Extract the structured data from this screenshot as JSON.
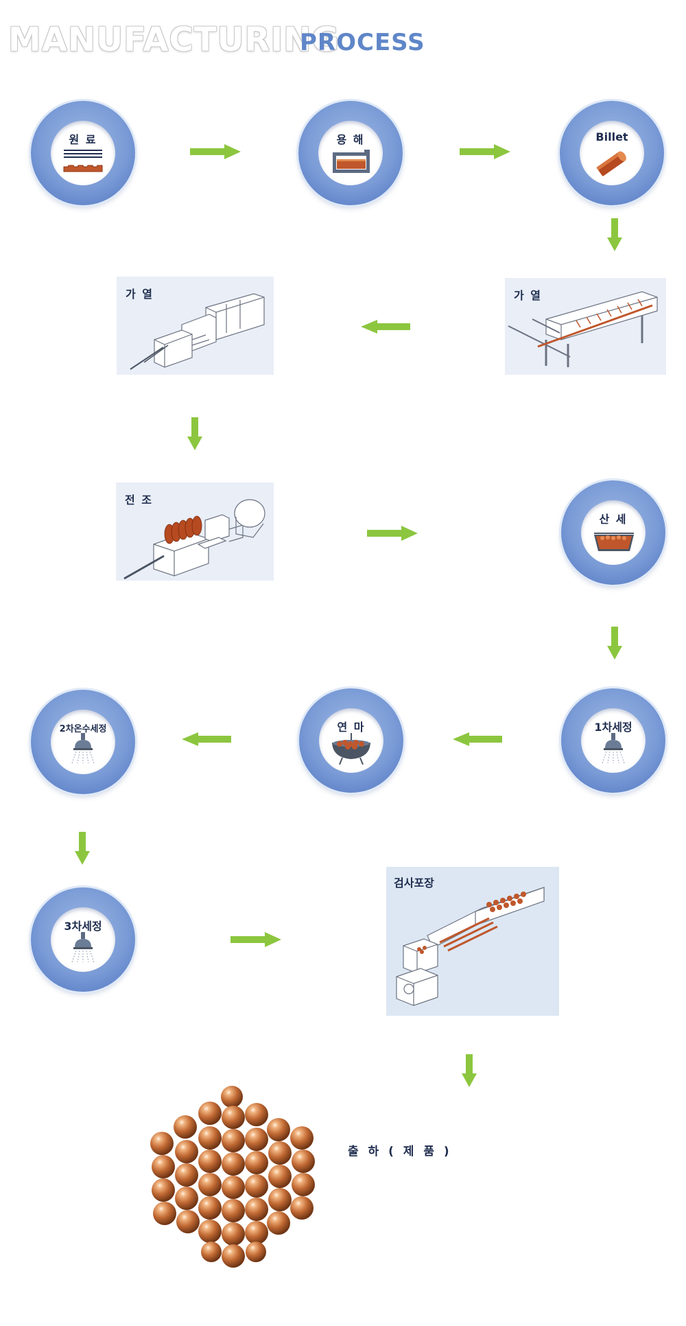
{
  "header": {
    "title_main": "MANUFACTURING",
    "title_sub": "PROCESS"
  },
  "steps": {
    "raw_material": "원 료",
    "melting": "용 해",
    "billet": "Billet",
    "heating_extrusion": "가 열",
    "heating_furnace": "가 열",
    "drawing": "전 조",
    "acid_wash": "산 세",
    "wash_1": "1차세정",
    "polishing": "연 마",
    "wash_2": "2차온수세정",
    "wash_3": "3차세정",
    "inspection": "검사포장",
    "shipping": "출 하 ( 제 품 )"
  },
  "colors": {
    "ring": "#6f91d2",
    "arrow": "#8cc63f",
    "box_bg": "#e9eef7",
    "copper": "#c0572c",
    "title_blue": "#5f86c8"
  },
  "icons": {
    "flow_arrow": "green-arrow-icon",
    "shower": "shower-head-icon"
  }
}
